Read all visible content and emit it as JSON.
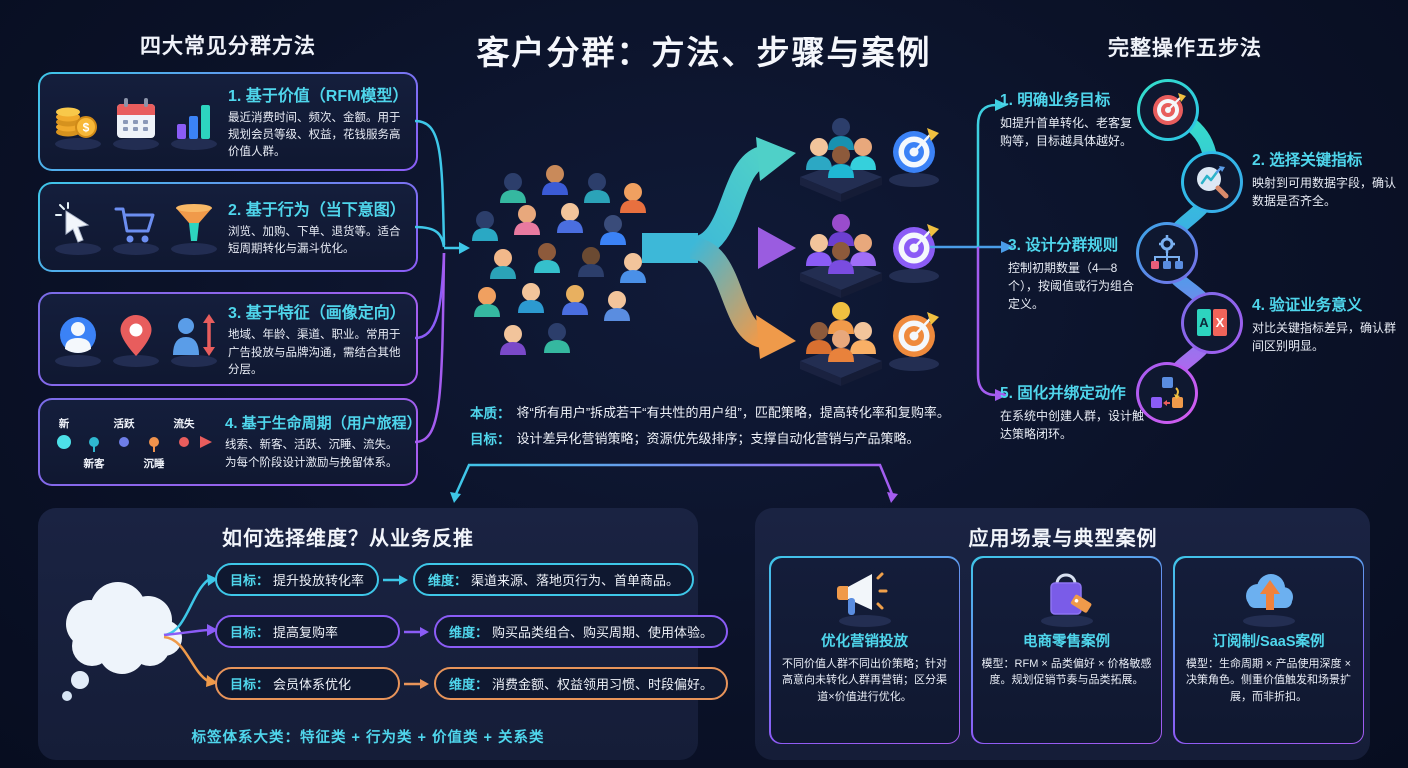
{
  "page": {
    "title": "客户分群：方法、步骤与案例"
  },
  "colors": {
    "bg": "#0b1228",
    "accent_cyan": "#4fd6ec",
    "accent_purple": "#8b5cf6",
    "accent_orange": "#e8945a",
    "accent_red": "#e85d5d"
  },
  "left": {
    "header": "四大常见分群方法",
    "methods": [
      {
        "title": "1. 基于价值（RFM模型）",
        "desc": "最近消费时间、频次、金额。用于规划会员等级、权益，花钱服务高价值人群。",
        "icons": [
          "coins-icon",
          "calendar-icon",
          "bar-chart-icon"
        ]
      },
      {
        "title": "2. 基于行为（当下意图）",
        "desc": "浏览、加购、下单、退货等。适合短周期转化与漏斗优化。",
        "icons": [
          "cursor-icon",
          "cart-icon",
          "funnel-icon"
        ]
      },
      {
        "title": "3. 基于特征（画像定向）",
        "desc": "地域、年龄、渠道、职业。常用于广告投放与品牌沟通，需结合其他分层。",
        "icons": [
          "user-icon",
          "location-pin-icon",
          "person-updown-icon"
        ]
      },
      {
        "title": "4. 基于生命周期（用户旅程）",
        "desc": "线索、新客、活跃、沉睡、流失。为每个阶段设计激励与挽留体系。",
        "timeline": {
          "above": [
            "新",
            "活跃",
            "流失"
          ],
          "below": [
            "新客",
            "沉睡"
          ]
        }
      }
    ]
  },
  "center": {
    "essence_label": "本质：",
    "essence": "将“所有用户”拆成若干“有共性的用户组”，匹配策略，提高转化率和复购率。",
    "goal_label": "目标：",
    "goal": "设计差异化营销策略；资源优先级排序；支撑自动化营销与产品策略。"
  },
  "right": {
    "header": "完整操作五步法",
    "steps": [
      {
        "title": "1. 明确业务目标",
        "desc": "如提升首单转化、老客复购等，目标越具体越好。",
        "icon": "target-icon"
      },
      {
        "title": "2. 选择关键指标",
        "desc": "映射到可用数据字段，确认数据是否齐全。",
        "icon": "magnifier-chart-icon"
      },
      {
        "title": "3. 设计分群规则",
        "desc": "控制初期数量（4—8 个），按阈值或行为组合定义。",
        "icon": "gear-hierarchy-icon"
      },
      {
        "title": "4. 验证业务意义",
        "desc": "对比关键指标差异，确认群间区别明显。",
        "icon": "ab-compare-icon"
      },
      {
        "title": "5. 固化并绑定动作",
        "desc": "在系统中创建人群，设计触达策略闭环。",
        "icon": "workflow-icon"
      }
    ]
  },
  "bottom_left": {
    "title": "如何选择维度？从业务反推",
    "rows": [
      {
        "goal_label": "目标：",
        "goal": "提升投放转化率",
        "dim_label": "维度：",
        "dim": "渠道来源、落地页行为、首单商品。"
      },
      {
        "goal_label": "目标：",
        "goal": "提高复购率",
        "dim_label": "维度：",
        "dim": "购买品类组合、购买周期、使用体验。"
      },
      {
        "goal_label": "目标：",
        "goal": "会员体系优化",
        "dim_label": "维度：",
        "dim": "消费金额、权益领用习惯、时段偏好。"
      }
    ],
    "footer": "标签体系大类：特征类 + 行为类 + 价值类 + 关系类"
  },
  "bottom_right": {
    "title": "应用场景与典型案例",
    "cards": [
      {
        "title": "优化营销投放",
        "desc": "不同价值人群不同出价策略；针对高意向未转化人群再营销；区分渠道×价值进行优化。",
        "icon": "megaphone-icon"
      },
      {
        "title": "电商零售案例",
        "desc": "模型：RFM × 品类偏好 × 价格敏感度。规划促销节奏与品类拓展。",
        "icon": "shopping-bag-icon"
      },
      {
        "title": "订阅制/SaaS案例",
        "desc": "模型：生命周期 × 产品使用深度 × 决策角色。侧重价值触发和场景扩展，而非折扣。",
        "icon": "cloud-upload-icon"
      }
    ]
  }
}
